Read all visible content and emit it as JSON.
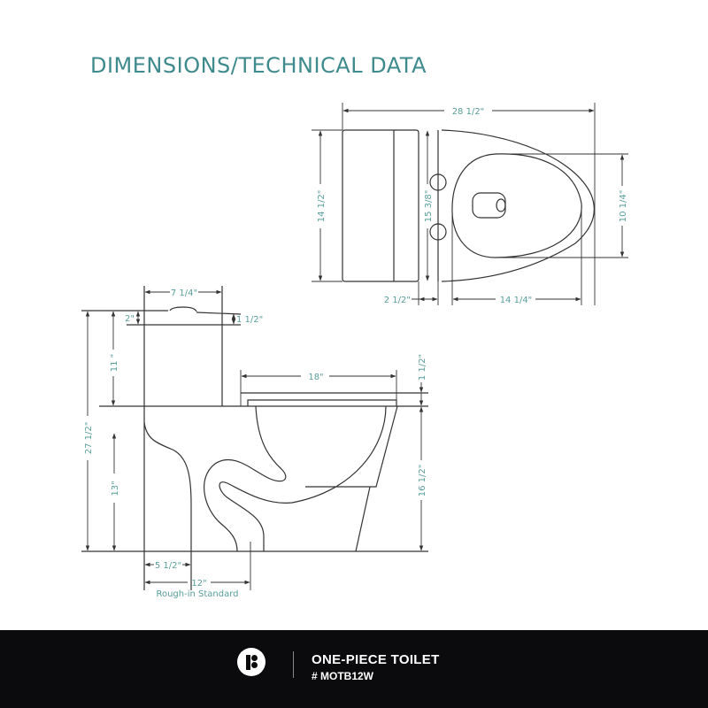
{
  "title": "DIMENSIONS/TECHNICAL DATA",
  "colors": {
    "accent": "#3f8a8c",
    "footer_bg": "#0b0b0d"
  },
  "top_view": {
    "overall_length": "28 1/2\"",
    "tank_depth": "14 1/2\"",
    "bowl_width": "15 3/8\"",
    "seat_opening_width": "10 1/4\"",
    "tank_gap": "2 1/2\"",
    "seat_opening_length": "14 1/4\""
  },
  "side_view": {
    "tank_width": "7 1/4\"",
    "button_height": "2\"",
    "lid_thickness": "1 1/2\"",
    "tank_height": "11 \"",
    "total_height": "27 1/2\"",
    "base_height": "13\"",
    "seat_length": "18\"",
    "seat_thickness": "1 1/2\"",
    "bowl_height": "16 1/2\"",
    "front_offset": "5 1/2\"",
    "rough_in": "12\"",
    "rough_in_label": "Rough-in  Standard"
  },
  "footer": {
    "logo_icon": "brand-logo-icon",
    "product": "ONE-PIECE TOILET",
    "model": "# MOTB12W"
  }
}
